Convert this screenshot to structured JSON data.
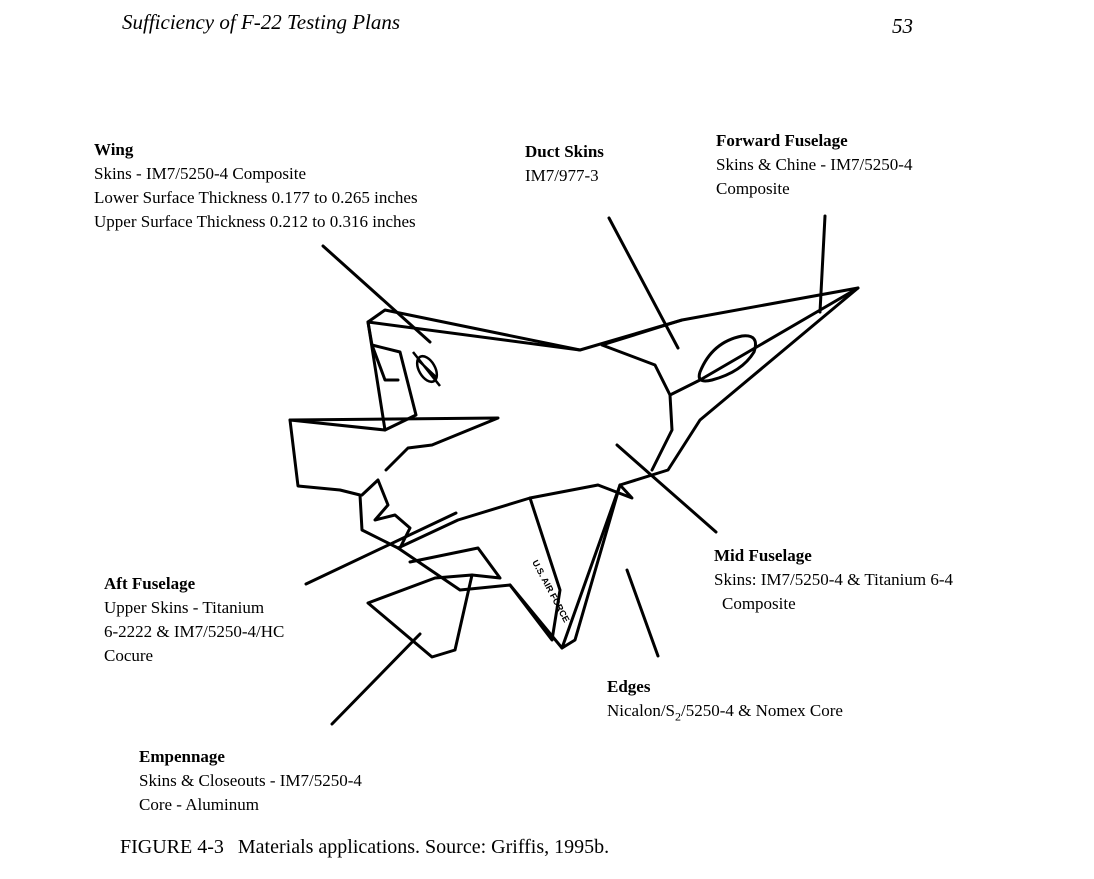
{
  "header": {
    "running_title": "Sufficiency of F-22 Testing Plans",
    "page_number": "53"
  },
  "callouts": {
    "wing": {
      "title": "Wing",
      "lines": [
        "Skins - IM7/5250-4 Composite",
        "Lower Surface Thickness 0.177 to 0.265 inches",
        "Upper Surface Thickness 0.212 to 0.316 inches"
      ]
    },
    "duct_skins": {
      "title": "Duct Skins",
      "lines": [
        "IM7/977-3"
      ]
    },
    "forward_fuselage": {
      "title": "Forward Fuselage",
      "lines": [
        "Skins & Chine - IM7/5250-4",
        "Composite"
      ]
    },
    "mid_fuselage": {
      "title": "Mid Fuselage",
      "lines": [
        "Skins: IM7/5250-4 & Titanium 6-4",
        "Composite"
      ]
    },
    "aft_fuselage": {
      "title": "Aft Fuselage",
      "lines": [
        "Upper Skins - Titanium",
        "6-2222 &  IM7/5250-4/HC",
        "Cocure"
      ]
    },
    "edges": {
      "title": "Edges",
      "line1_pre": "Nicalon/S",
      "line1_sub": "2",
      "line1_post": "/5250-4 & Nomex Core"
    },
    "empennage": {
      "title": "Empennage",
      "lines": [
        "Skins & Closeouts - IM7/5250-4",
        "Core - Aluminum"
      ]
    }
  },
  "aircraft_markings": {
    "fuselage_text": "U.S. AIR FORCE"
  },
  "caption": {
    "number": "FIGURE 4-3",
    "text": "Materials applications. Source: Griffis, 1995b."
  }
}
